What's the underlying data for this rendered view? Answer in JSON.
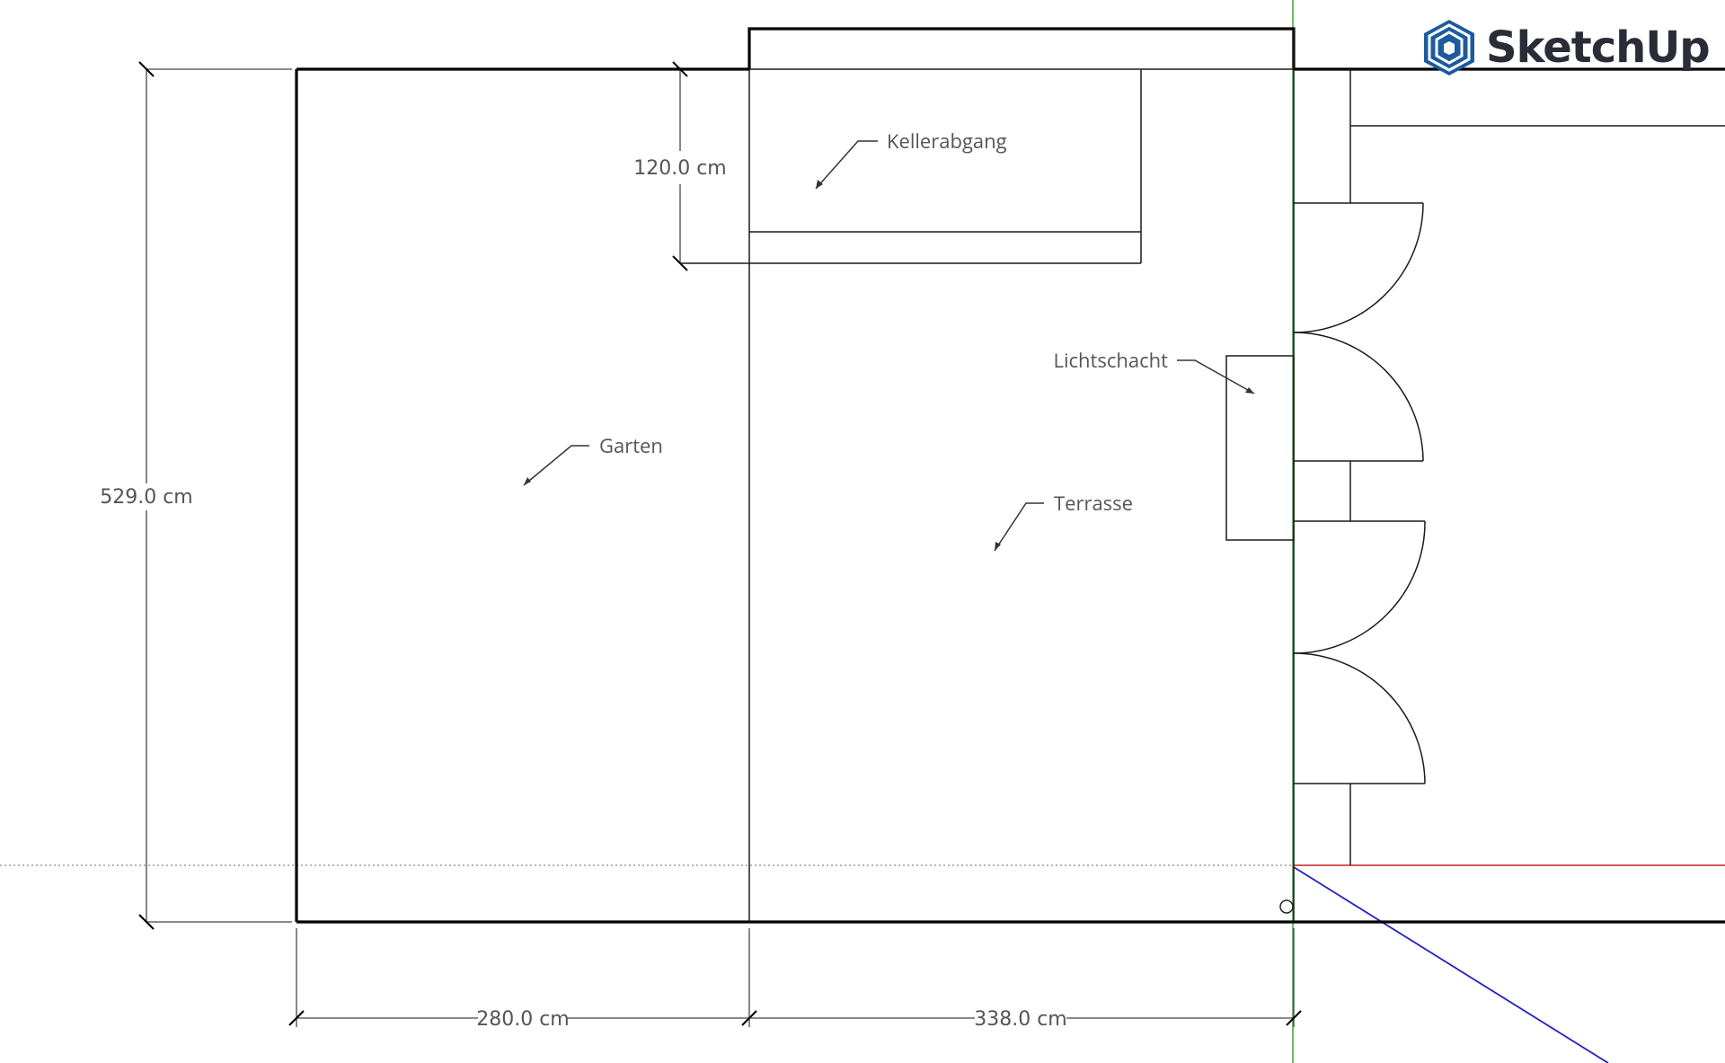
{
  "app": {
    "brand_name": "SketchUp",
    "logo_icon": "sketchup-logo-icon",
    "brand_color": "#1d5b9e"
  },
  "axes": {
    "red_color": "#cc2222",
    "green_color": "#33aa33",
    "blue_color": "#2222bb"
  },
  "labels": {
    "kellerabgang": "Kellerabgang",
    "lichtschacht": "Lichtschacht",
    "garten": "Garten",
    "terrasse": "Terrasse"
  },
  "dimensions": {
    "height_total": "529.0 cm",
    "height_kellerabgang": "120.0 cm",
    "width_garten": "280.0 cm",
    "width_terrasse": "338.0 cm"
  }
}
